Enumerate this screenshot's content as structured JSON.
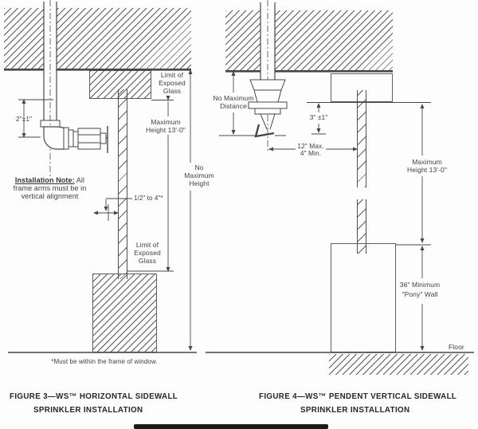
{
  "meta": {
    "background_color": "#fdfdfd",
    "line_color": "#474747",
    "bar_color": "#1b1b1b",
    "description_bar": "separator-bar"
  },
  "figure3": {
    "caption_line1": "FIGURE 3—WS™ HORIZONTAL SIDEWALL",
    "caption_line2": "SPRINKLER INSTALLATION",
    "dim_offset": "2\"±1\"",
    "limit_glass_top": [
      "Limit of",
      "Exposed",
      "Glass"
    ],
    "max_height_lines": [
      "Maximum",
      "Height 13'-0\""
    ],
    "no_max_height_lines": [
      "No",
      "Maximum",
      "Height"
    ],
    "note_heading": "Installation Note:",
    "note_line1_rest": " All",
    "note_line2": "frame arms must be in",
    "note_line3": "vertical alignment",
    "gap_dim": "1/2\" to 4\"*",
    "limit_glass_bottom": [
      "Limit of",
      "Exposed",
      "Glass"
    ],
    "footnote": "*Must be within the frame of window."
  },
  "figure4": {
    "caption_line1": "FIGURE 4—WS™ PENDENT VERTICAL SIDEWALL",
    "caption_line2": "SPRINKLER INSTALLATION",
    "no_max_distance_lines": [
      "No Maximum",
      "Distance"
    ],
    "drop_dim": "3\" ±1\"",
    "horiz_dim_lines": [
      "12\" Max.",
      "4\" Min."
    ],
    "max_height_lines": [
      "Maximum",
      "Height 13'-0\""
    ],
    "pony_wall_lines": [
      "36\" Minimum",
      "\"Pony\" Wall"
    ],
    "floor_label": "Floor"
  }
}
